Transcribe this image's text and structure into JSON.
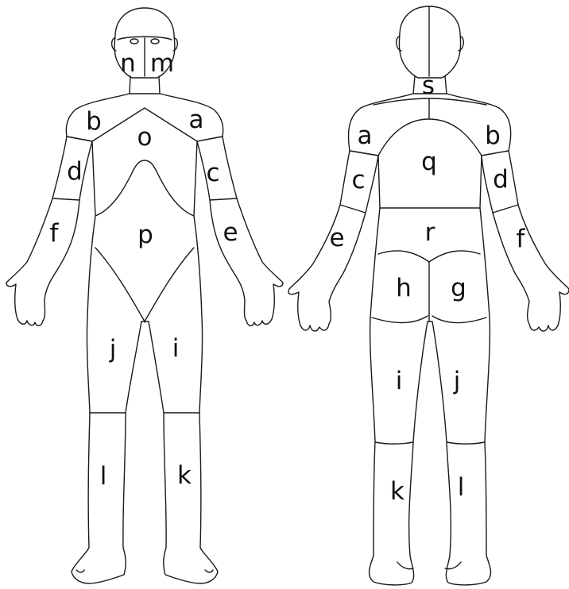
{
  "front": {
    "regions": [
      {
        "id": "a",
        "label": "a",
        "part": "right-shoulder"
      },
      {
        "id": "b",
        "label": "b",
        "part": "left-shoulder"
      },
      {
        "id": "c",
        "label": "c",
        "part": "right-upper-arm"
      },
      {
        "id": "d",
        "label": "d",
        "part": "left-upper-arm"
      },
      {
        "id": "e",
        "label": "e",
        "part": "right-forearm"
      },
      {
        "id": "f",
        "label": "f",
        "part": "left-forearm"
      },
      {
        "id": "i",
        "label": "i",
        "part": "right-thigh"
      },
      {
        "id": "j",
        "label": "j",
        "part": "left-thigh"
      },
      {
        "id": "k",
        "label": "k",
        "part": "right-lower-leg"
      },
      {
        "id": "l",
        "label": "l",
        "part": "left-lower-leg"
      },
      {
        "id": "m",
        "label": "m",
        "part": "right-face"
      },
      {
        "id": "n",
        "label": "n",
        "part": "left-face"
      },
      {
        "id": "o",
        "label": "o",
        "part": "chest"
      },
      {
        "id": "p",
        "label": "p",
        "part": "abdomen"
      }
    ]
  },
  "back": {
    "regions": [
      {
        "id": "a",
        "label": "a",
        "part": "left-shoulder"
      },
      {
        "id": "b",
        "label": "b",
        "part": "right-shoulder"
      },
      {
        "id": "c",
        "label": "c",
        "part": "left-upper-arm"
      },
      {
        "id": "d",
        "label": "d",
        "part": "right-upper-arm"
      },
      {
        "id": "e",
        "label": "e",
        "part": "left-forearm"
      },
      {
        "id": "f",
        "label": "f",
        "part": "right-forearm"
      },
      {
        "id": "g",
        "label": "g",
        "part": "right-buttock"
      },
      {
        "id": "h",
        "label": "h",
        "part": "left-buttock"
      },
      {
        "id": "i",
        "label": "i",
        "part": "left-thigh"
      },
      {
        "id": "j",
        "label": "j",
        "part": "right-thigh"
      },
      {
        "id": "k",
        "label": "k",
        "part": "left-lower-leg"
      },
      {
        "id": "l",
        "label": "l",
        "part": "right-lower-leg"
      },
      {
        "id": "q",
        "label": "q",
        "part": "upper-back"
      },
      {
        "id": "r",
        "label": "r",
        "part": "lower-back"
      },
      {
        "id": "s",
        "label": "s",
        "part": "neck"
      }
    ]
  },
  "colors": {
    "outline": "#1a1a1a",
    "fill": "#ffffff",
    "label": "#111111"
  }
}
